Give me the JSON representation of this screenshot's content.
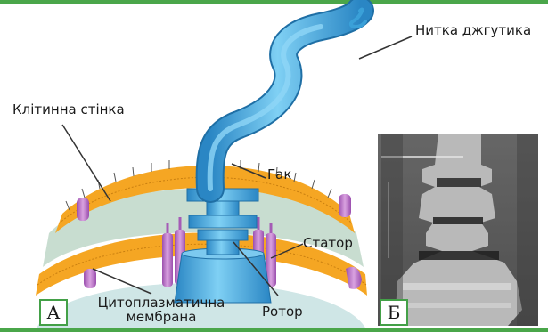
{
  "labels": {
    "flagellum_filament": "Нитка джгутика",
    "cell_wall": "Клітинна стінка",
    "hook": "Гак",
    "stator": "Статор",
    "cytoplasmic_membrane": "Цитоплазматична\nмембрана",
    "rotor": "Ротор"
  },
  "panels": {
    "a": "А",
    "b": "Б"
  },
  "colors": {
    "accent_green": "#4aa64a",
    "membrane_orange": "#f5a623",
    "flagellum_blue": "#3aa0d8",
    "stator_purple": "#b46ec0",
    "periplasm_green": "#cfe0d4"
  }
}
